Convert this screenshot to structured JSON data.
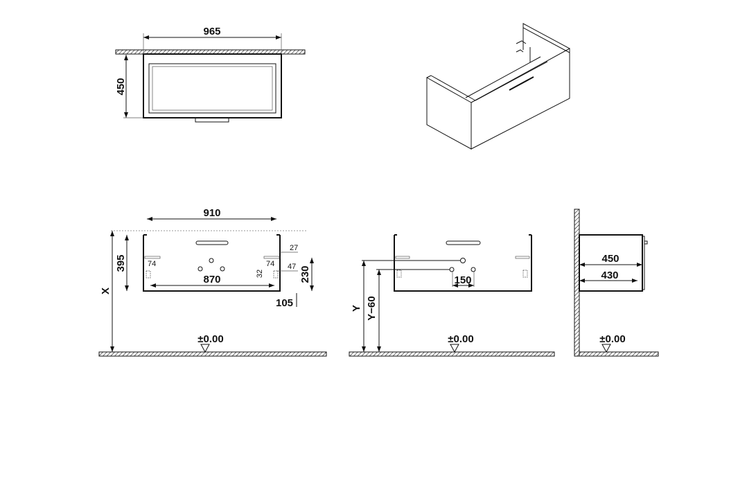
{
  "top_view": {
    "width": "965",
    "depth": "450"
  },
  "front_view": {
    "width_top": "910",
    "height": "395",
    "mount_height": "X",
    "hole_spacing": "870",
    "side_offset": "27",
    "bracket_offset": "47",
    "bracket_height": "230",
    "bottom_offset": "105",
    "bracket_left": "74",
    "bracket_right": "74",
    "bracket_gap": "32",
    "floor_level": "±0.00"
  },
  "plumbing_view": {
    "drain_height": "Y",
    "supply_height": "Y−60",
    "supply_spacing": "150",
    "floor_level": "±0.00"
  },
  "side_view": {
    "depth_outer": "450",
    "depth_inner": "430",
    "floor_level": "±0.00"
  }
}
